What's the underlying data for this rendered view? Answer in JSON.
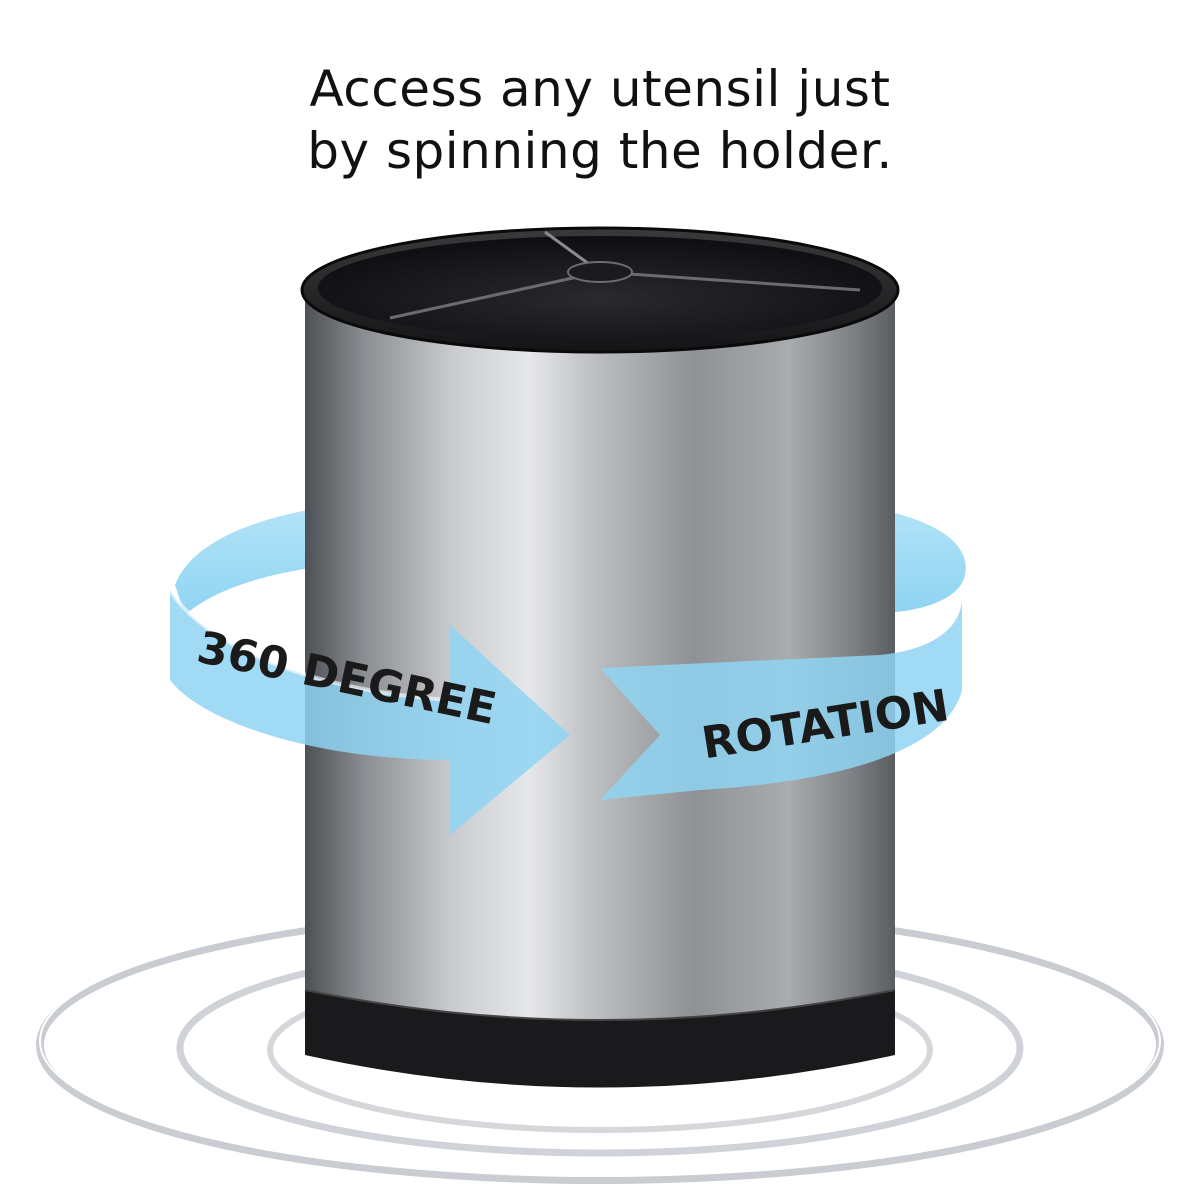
{
  "headline": {
    "line1": "Access any utensil just",
    "line2": "by spinning the holder."
  },
  "band": {
    "left_text": "360 DEGREE",
    "right_text": "ROTATION"
  },
  "colors": {
    "band_blue": "#8fd4f2",
    "band_blue_light": "#c9ecfa",
    "steel_dark": "#6b6e72",
    "steel_light": "#d6d8db",
    "rim_black": "#1c1c1e",
    "ring_silver": "#bfc3c7"
  }
}
